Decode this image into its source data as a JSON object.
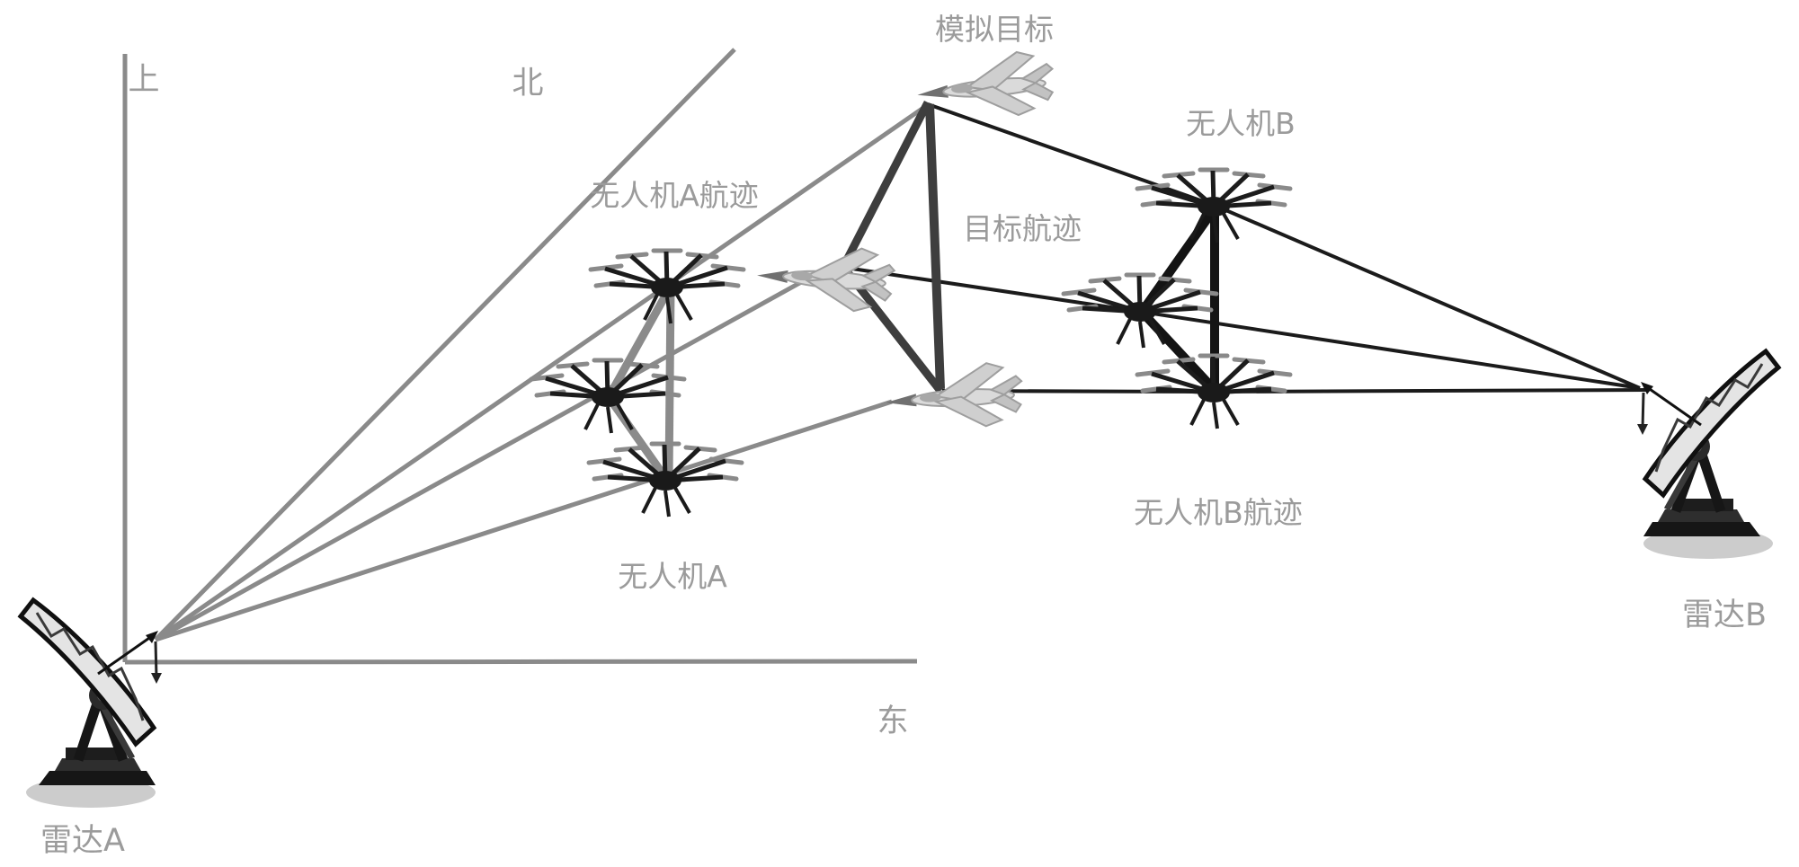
{
  "figure": {
    "type": "radar-uav-target-simulation-schematic",
    "background": "#ffffff"
  },
  "axes": {
    "up": "上",
    "north": "北",
    "east": "东"
  },
  "labels": {
    "simulated_target": "模拟目标",
    "target_track": "目标航迹",
    "uav_a": "无人机A",
    "uav_a_track": "无人机A航迹",
    "uav_b": "无人机B",
    "uav_b_track": "无人机B航迹",
    "radar_a": "雷达A",
    "radar_b": "雷达B"
  },
  "colors": {
    "axis_and_radar_a_rays": "#8a8a8a",
    "radar_b_rays": "#1b1b1b",
    "target_track": "#3e3e3e",
    "uav_a_track": "#8b8b8b",
    "uav_b_track": "#141414",
    "labels": "#9b9b9b",
    "jet_body": "#d9d9d9",
    "drone_body": "#1a1a1a",
    "shadow": "#cccccc"
  },
  "icons": {
    "radar_dish": "satellite-dish-antenna",
    "target_aircraft": "fighter-jet",
    "uav": "octocopter-drone"
  },
  "counts": {
    "radars": 2,
    "target_positions": 3,
    "uav_a_positions": 3,
    "uav_b_positions": 3
  }
}
